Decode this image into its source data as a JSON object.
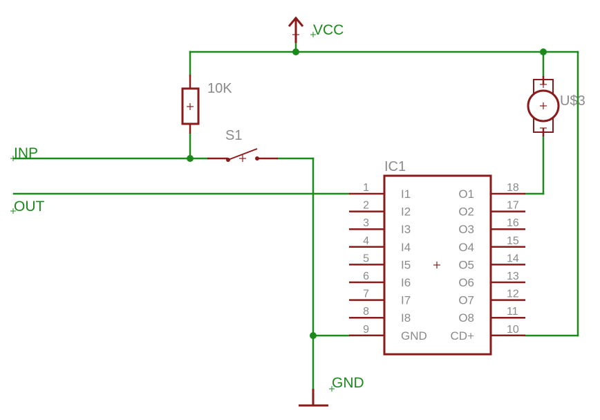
{
  "nets": {
    "vcc": "VCC",
    "inp": "INP",
    "out": "OUT",
    "gnd": "GND"
  },
  "components": {
    "resistor": {
      "value": "10K"
    },
    "switch": {
      "name": "S1"
    },
    "motor": {
      "name": "U$3"
    },
    "ic": {
      "name": "IC1",
      "left_pins": [
        {
          "num": "1",
          "name": "I1"
        },
        {
          "num": "2",
          "name": "I2"
        },
        {
          "num": "3",
          "name": "I3"
        },
        {
          "num": "4",
          "name": "I4"
        },
        {
          "num": "5",
          "name": "I5"
        },
        {
          "num": "6",
          "name": "I6"
        },
        {
          "num": "7",
          "name": "I7"
        },
        {
          "num": "8",
          "name": "I8"
        },
        {
          "num": "9",
          "name": "GND"
        }
      ],
      "right_pins": [
        {
          "num": "18",
          "name": "O1"
        },
        {
          "num": "17",
          "name": "O2"
        },
        {
          "num": "16",
          "name": "O3"
        },
        {
          "num": "15",
          "name": "O4"
        },
        {
          "num": "14",
          "name": "O5"
        },
        {
          "num": "13",
          "name": "O6"
        },
        {
          "num": "12",
          "name": "O7"
        },
        {
          "num": "11",
          "name": "O8"
        },
        {
          "num": "10",
          "name": "CD+"
        }
      ]
    }
  },
  "colors": {
    "wire": "#1b8a1b",
    "part": "#8b1a1a",
    "label": "#8a8a8a"
  }
}
